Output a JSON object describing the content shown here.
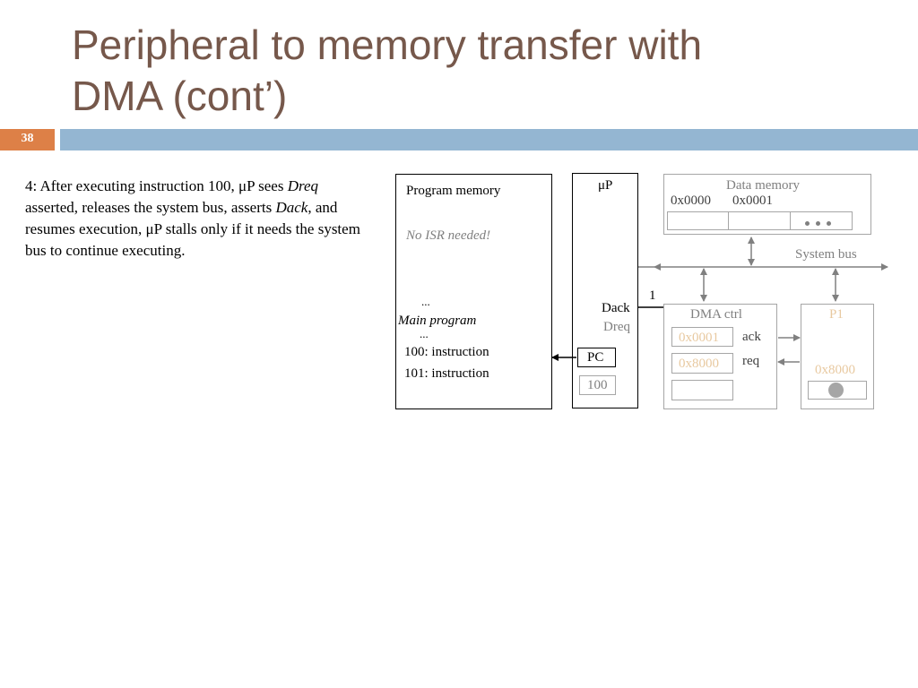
{
  "slide": {
    "title_line1": "Peripheral to memory transfer with",
    "title_line2": "DMA (cont’)",
    "number": "38"
  },
  "text": {
    "p1": "4: After executing instruction 100, μP sees ",
    "dreq": "Dreq",
    "p2": " asserted, releases the system bus, asserts ",
    "dack": "Dack",
    "p3": ", and resumes execution, μP stalls only if it needs the system bus to continue executing."
  },
  "diagram": {
    "program_memory": {
      "label": "Program memory",
      "note": "No ISR needed!",
      "ellipsis_top": "...",
      "main_program": "Main program",
      "ellipsis_bottom": "...",
      "line100": "100:  instruction",
      "line101": "101:  instruction"
    },
    "up": {
      "label": "μP",
      "dack": "Dack",
      "dreq": "Dreq",
      "dack_value": "1",
      "pc_label": "PC",
      "pc_value": "100"
    },
    "data_memory": {
      "label": "Data memory",
      "addr0": "0x0000",
      "addr1": "0x0001"
    },
    "system_bus": "System bus",
    "dma": {
      "label": "DMA ctrl",
      "reg1": "0x0001",
      "reg2": "0x8000",
      "ack": "ack",
      "req": "req"
    },
    "p1": {
      "label": "P1",
      "addr": "0x8000"
    }
  }
}
